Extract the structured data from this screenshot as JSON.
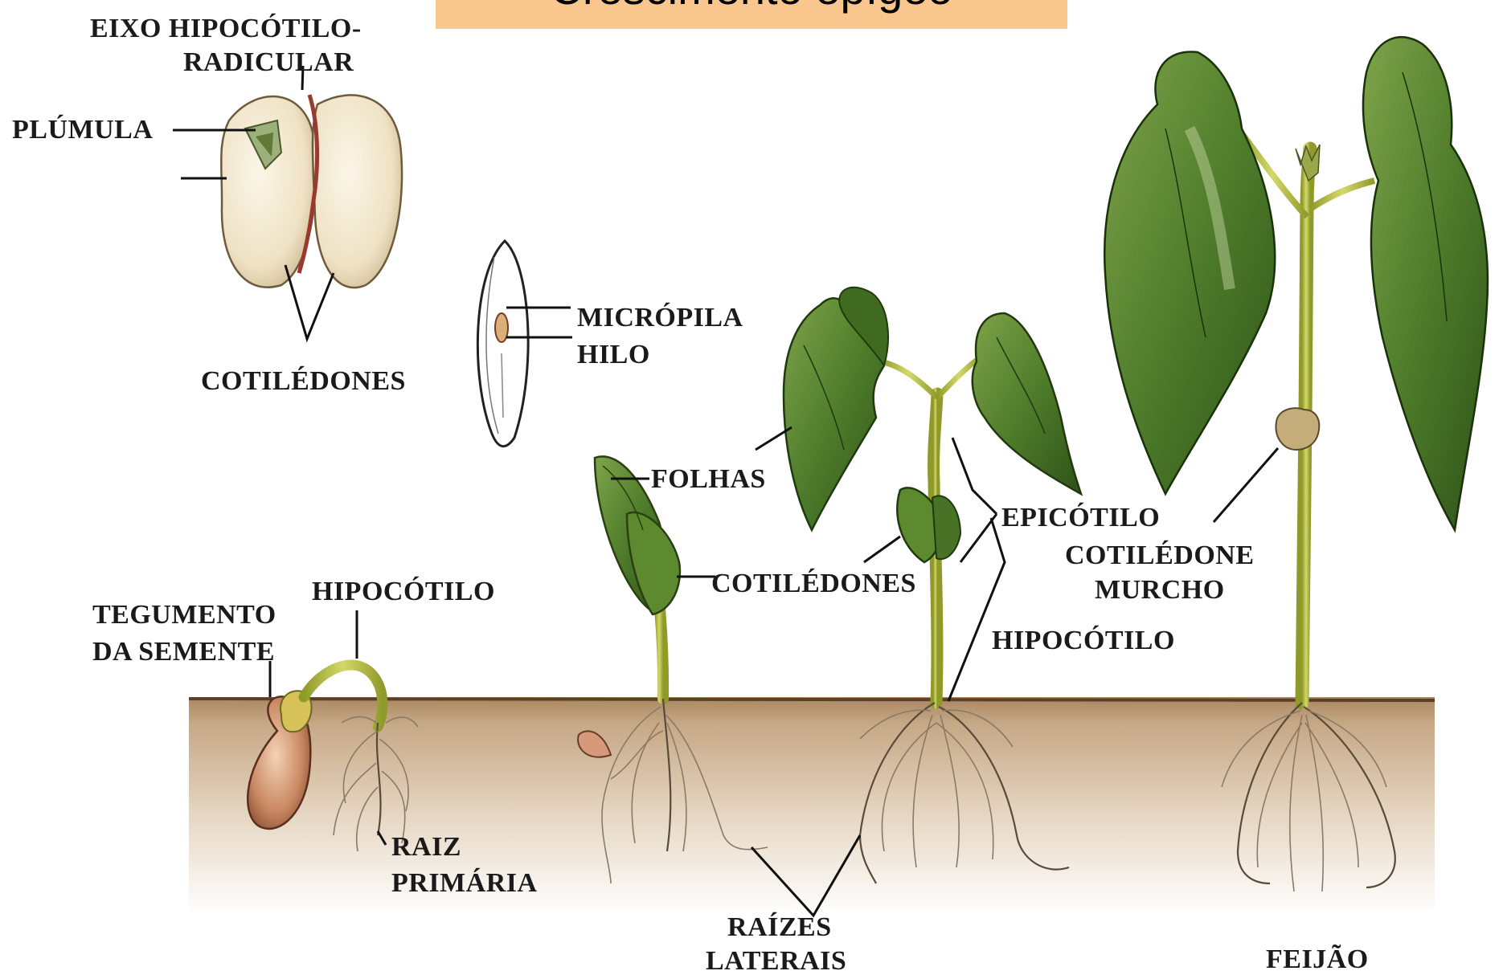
{
  "title": "Crescimento epígeo",
  "labels": {
    "eixo_line1": "EIXO HIPOCÓTILO-",
    "eixo_line2": "RADICULAR",
    "plumula": "PLÚMULA",
    "cotiledones_seed": "COTILÉDONES",
    "micropila": "MICRÓPILA",
    "hilo": "HILO",
    "folhas": "FOLHAS",
    "epicotilo": "EPICÓTILO",
    "cotiledone_line1": "COTILÉDONE",
    "cotiledone_line2": "MURCHO",
    "tegumento_line1": "TEGUMENTO",
    "tegumento_line2": "DA SEMENTE",
    "hipocotilo_left": "HIPOCÓTILO",
    "cotiledones_mid": "COTILÉDONES",
    "hipocotilo_right": "HIPOCÓTILO",
    "raiz_line1": "RAIZ",
    "raiz_line2": "PRIMÁRIA",
    "raizes_line1": "RAÍZES",
    "raizes_line2": "LATERAIS",
    "feijao": "FEIJÃO"
  },
  "colors": {
    "title_bg": "#f9c78e",
    "soil": "#c9ab86",
    "leaf": "#4f7d2b",
    "stem": "#b9bf3c"
  }
}
